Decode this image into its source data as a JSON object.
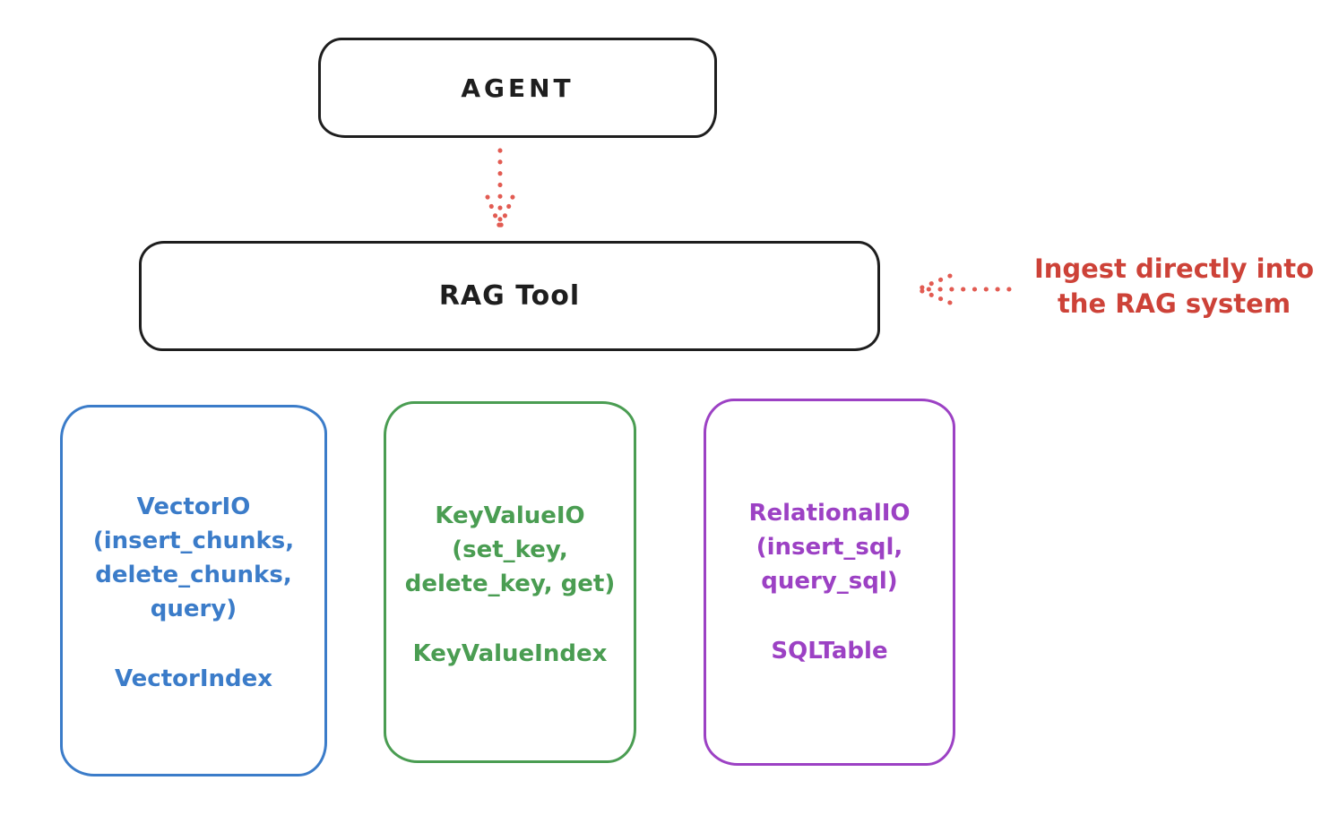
{
  "colors": {
    "stroke": "#1e1e1e",
    "arrow_red": "#e25b52",
    "text_red": "#cd4238",
    "vector_blue": "#3b7cc9",
    "keyvalue_green": "#4a9d52",
    "relational_purple": "#9c41c4"
  },
  "agent": {
    "label": "AGENT"
  },
  "rag": {
    "label": "RAG Tool"
  },
  "annotation": {
    "line1": "Ingest directly into",
    "line2": "the RAG system"
  },
  "arrows": {
    "agent_to_rag": {
      "direction": "down",
      "style": "dotted",
      "color": "#e25b52"
    },
    "ingest_to_rag": {
      "direction": "left",
      "style": "dotted",
      "color": "#e25b52"
    }
  },
  "stores": [
    {
      "name": "VectorIO",
      "color": "#3b7cc9",
      "lines": [
        "VectorIO",
        "(insert_chunks,",
        "delete_chunks,",
        "query)"
      ],
      "index_label": "VectorIndex"
    },
    {
      "name": "KeyValueIO",
      "color": "#4a9d52",
      "lines": [
        "KeyValueIO",
        "(set_key,",
        "delete_key, get)"
      ],
      "index_label": "KeyValueIndex"
    },
    {
      "name": "RelationalIO",
      "color": "#9c41c4",
      "lines": [
        "RelationalIO",
        "(insert_sql,",
        "query_sql)"
      ],
      "index_label": "SQLTable"
    }
  ]
}
